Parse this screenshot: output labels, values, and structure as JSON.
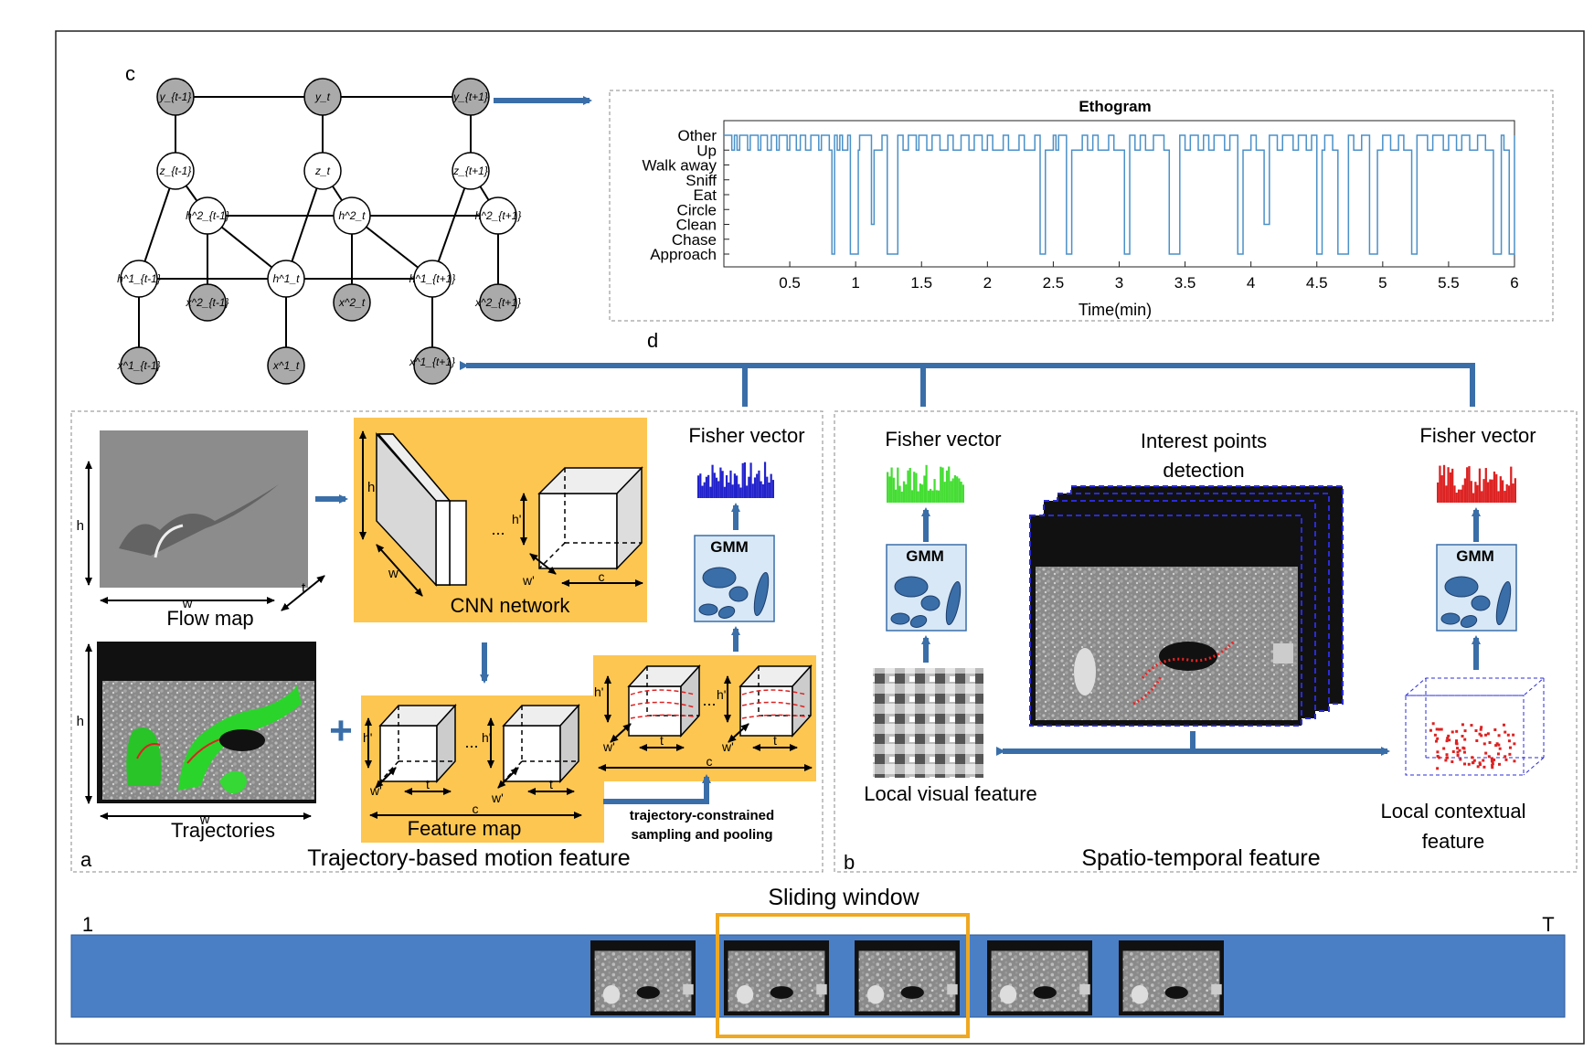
{
  "panel_letters": {
    "a": "a",
    "b": "b",
    "c": "c",
    "d": "d"
  },
  "graph": {
    "top_row": [
      "y_{t-1}",
      "y_t",
      "y_{t+1}"
    ],
    "z_row": [
      "z_{t-1}",
      "z_t",
      "z_{t+1}"
    ],
    "h2_row": [
      "h^2_{t-1}",
      "h^2_t",
      "h^2_{t+1}"
    ],
    "h1_row": [
      "h^1_{t-1}",
      "h^1_t",
      "h^1_{t+1}"
    ],
    "x2_row": [
      "x^2_{t-1}",
      "x^2_t",
      "x^2_{t+1}"
    ],
    "x1_row": [
      "x^1_{t-1}",
      "x^1_t",
      "x^1_{t+1}"
    ]
  },
  "ethogram": {
    "title": "Ethogram",
    "xlabel": "Time(min)",
    "states_top_to_bottom": [
      "Other",
      "Up",
      "Walk away",
      "Sniff",
      "Eat",
      "Circle",
      "Clean",
      "Chase",
      "Approach"
    ],
    "xticks": [
      "0.5",
      "1",
      "1.5",
      "2",
      "2.5",
      "3",
      "3.5",
      "4",
      "4.5",
      "5",
      "5.5",
      "6"
    ],
    "line_color": "#4a90c8"
  },
  "chart_data": {
    "type": "line",
    "title": "Ethogram",
    "xlabel": "Time(min)",
    "ylabel": "",
    "xlim": [
      0,
      6
    ],
    "categories": [
      "Approach",
      "Chase",
      "Clean",
      "Circle",
      "Eat",
      "Sniff",
      "Walk away",
      "Up",
      "Other"
    ],
    "series": [
      {
        "x": [
          0,
          0.06,
          0.08,
          0.1,
          0.12,
          0.18,
          0.2,
          0.26,
          0.28,
          0.33,
          0.36,
          0.4,
          0.42,
          0.48,
          0.5,
          0.55,
          0.58,
          0.62,
          0.66,
          0.72,
          0.74,
          0.8,
          0.82,
          0.84,
          0.86,
          0.88,
          0.9,
          0.94,
          0.96,
          1.02,
          1.03,
          1.12,
          1.14,
          1.2,
          1.24,
          1.32,
          1.36,
          1.4,
          1.46,
          1.48,
          1.54,
          1.58,
          1.64,
          1.7,
          1.74,
          1.8,
          1.86,
          1.9,
          1.96,
          2.0,
          2.04,
          2.12,
          2.16,
          2.24,
          2.28,
          2.36,
          2.4,
          2.44,
          2.5,
          2.52,
          2.54,
          2.6,
          2.64,
          2.72,
          2.76,
          2.8,
          2.84,
          2.92,
          2.96,
          3.04,
          3.08,
          3.12,
          3.16,
          3.2,
          3.26,
          3.34,
          3.38,
          3.46,
          3.5,
          3.54,
          3.6,
          3.64,
          3.68,
          3.72,
          3.8,
          3.84,
          3.9,
          3.94,
          4.0,
          4.04,
          4.1,
          4.14,
          4.2,
          4.24,
          4.32,
          4.36,
          4.42,
          4.46,
          4.5,
          4.54,
          4.56,
          4.62,
          4.66,
          4.74,
          4.78,
          4.84,
          4.9,
          4.96,
          5.0,
          5.06,
          5.12,
          5.16,
          5.22,
          5.26,
          5.34,
          5.38,
          5.46,
          5.5,
          5.56,
          5.6,
          5.66,
          5.72,
          5.78,
          5.84,
          5.9,
          5.92,
          5.96,
          6.0
        ],
        "y": [
          8,
          7,
          8,
          7,
          8,
          7,
          8,
          7,
          8,
          7,
          8,
          7,
          8,
          7,
          8,
          7,
          8,
          7,
          8,
          7,
          8,
          7,
          0,
          8,
          7,
          8,
          7,
          8,
          0,
          7,
          8,
          2,
          7,
          8,
          0,
          8,
          7,
          8,
          7,
          8,
          7,
          8,
          7,
          8,
          7,
          8,
          7,
          8,
          7,
          8,
          7,
          8,
          7,
          8,
          7,
          8,
          0,
          7,
          8,
          7,
          8,
          0,
          7,
          8,
          7,
          8,
          7,
          8,
          7,
          0,
          8,
          7,
          8,
          7,
          8,
          7,
          0,
          8,
          7,
          8,
          7,
          8,
          7,
          8,
          7,
          8,
          0,
          7,
          8,
          7,
          2,
          8,
          7,
          8,
          7,
          8,
          7,
          8,
          0,
          7,
          8,
          7,
          0,
          8,
          7,
          8,
          0,
          7,
          8,
          7,
          8,
          7,
          0,
          8,
          7,
          8,
          7,
          8,
          7,
          8,
          7,
          8,
          7,
          0,
          8,
          7,
          0,
          8
        ]
      }
    ],
    "legend": "none",
    "grid": false
  },
  "panel_a": {
    "flow_map": {
      "label": "Flow map",
      "dim_h": "h",
      "dim_w": "w",
      "dim_t": "t"
    },
    "trajectories": {
      "label": "Trajectories",
      "dim_h": "h",
      "dim_w": "w"
    },
    "cnn": {
      "label": "CNN network",
      "dim_h": "h",
      "dim_w": "w",
      "dim_h2": "h'",
      "dim_w2": "w'",
      "dim_c": "c",
      "ellipsis": "..."
    },
    "feature_map": {
      "label": "Feature map",
      "dim_h2": "h'",
      "dim_w2": "w'",
      "dim_t": "t",
      "dim_c": "c",
      "ellipsis": "..."
    },
    "sampled": {
      "dim_h2": "h'",
      "dim_w2": "w'",
      "dim_t": "t",
      "dim_c": "c",
      "ellipsis": "..."
    },
    "sampling_text_1": "trajectory-constrained",
    "sampling_text_2": "sampling and pooling",
    "fisher_vector": "Fisher vector",
    "gmm": "GMM",
    "plus": "+",
    "title": "Trajectory-based motion feature"
  },
  "panel_b": {
    "fisher_left": "Fisher vector",
    "fisher_right": "Fisher vector",
    "gmm_left": "GMM",
    "gmm_right": "GMM",
    "interest_1": "Interest points",
    "interest_2": "detection",
    "local_visual": "Local visual feature",
    "local_contextual_1": "Local contextual",
    "local_contextual_2": "feature",
    "title": "Spatio-temporal feature"
  },
  "timeline": {
    "sliding_window": "Sliding window",
    "start": "1",
    "end": "T",
    "bar_color": "#4a7fc6",
    "window_color": "#f0a820"
  },
  "colors": {
    "arrow": "#3a6ea8",
    "yellow_panel": "#fdc651",
    "fisher_blue": "#2222cc",
    "fisher_green": "#44dd33",
    "fisher_red": "#dd2222",
    "gmm_box": "#d8e8f6"
  }
}
